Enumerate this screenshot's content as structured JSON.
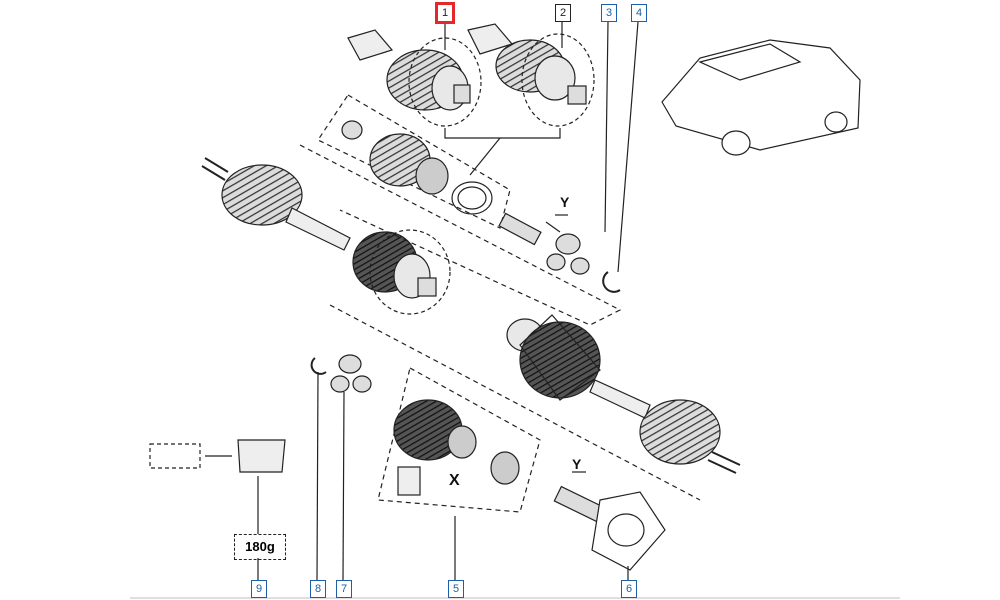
{
  "callouts": [
    {
      "id": "1",
      "label": "1",
      "selected": true
    },
    {
      "id": "2",
      "label": "2",
      "selected": false
    },
    {
      "id": "3",
      "label": "3",
      "selected": false
    },
    {
      "id": "4",
      "label": "4",
      "selected": false
    },
    {
      "id": "5",
      "label": "5",
      "selected": false
    },
    {
      "id": "6",
      "label": "6",
      "selected": false
    },
    {
      "id": "7",
      "label": "7",
      "selected": false
    },
    {
      "id": "8",
      "label": "8",
      "selected": false
    },
    {
      "id": "9",
      "label": "9",
      "selected": false
    }
  ],
  "dimension_labels": {
    "y_top": "Y",
    "y_bottom": "Y",
    "x": "X"
  },
  "grease_quantity": "180g",
  "colors": {
    "line": "#222222",
    "callout_blue": "#1f5fa8",
    "selected_red": "#e5262b",
    "boot_fill": "#3a3a3a"
  }
}
